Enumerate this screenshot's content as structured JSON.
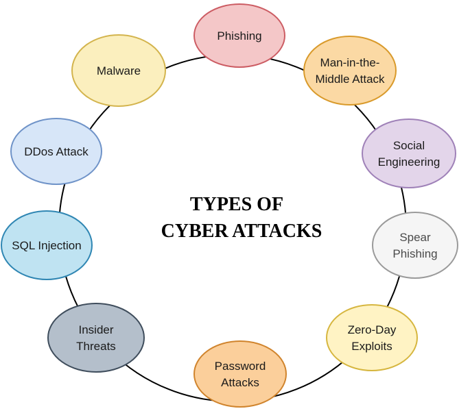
{
  "diagram": {
    "title_lines": [
      "TYPES OF",
      "CYBER ATTACKS"
    ],
    "nodes": [
      {
        "id": "phishing",
        "lines": [
          "Phishing"
        ],
        "fill": "#f4c7c8",
        "stroke": "#cc5c63",
        "text_color": "#1a1a1a"
      },
      {
        "id": "mitm",
        "lines": [
          "Man-in-the-",
          "Middle Attack"
        ],
        "fill": "#fbd9a4",
        "stroke": "#d99a2b",
        "text_color": "#1a1a1a"
      },
      {
        "id": "social-eng",
        "lines": [
          "Social",
          "Engineering"
        ],
        "fill": "#e3d5ea",
        "stroke": "#9f81b8",
        "text_color": "#1a1a1a"
      },
      {
        "id": "spear-phishing",
        "lines": [
          "Spear",
          "Phishing"
        ],
        "fill": "#f5f5f5",
        "stroke": "#9a9a9a",
        "text_color": "#4a4a4a"
      },
      {
        "id": "zero-day",
        "lines": [
          "Zero-Day",
          "Exploits"
        ],
        "fill": "#fff3c4",
        "stroke": "#d6b63f",
        "text_color": "#1a1a1a"
      },
      {
        "id": "password-attacks",
        "lines": [
          "Password",
          "Attacks"
        ],
        "fill": "#fbcf9b",
        "stroke": "#d0842d",
        "text_color": "#1a1a1a"
      },
      {
        "id": "insider-threats",
        "lines": [
          "Insider",
          "Threats"
        ],
        "fill": "#b4bfcb",
        "stroke": "#3f4d5c",
        "text_color": "#1a1a1a"
      },
      {
        "id": "sql-injection",
        "lines": [
          "SQL Injection"
        ],
        "fill": "#bfe3f2",
        "stroke": "#2f86b3",
        "text_color": "#1a1a1a"
      },
      {
        "id": "ddos",
        "lines": [
          "DDos Attack"
        ],
        "fill": "#d7e6f8",
        "stroke": "#6f93c8",
        "text_color": "#1a1a1a"
      },
      {
        "id": "malware",
        "lines": [
          "Malware"
        ],
        "fill": "#fbefbe",
        "stroke": "#d3b44d",
        "text_color": "#1a1a1a"
      }
    ],
    "ring_color": "#000000"
  }
}
